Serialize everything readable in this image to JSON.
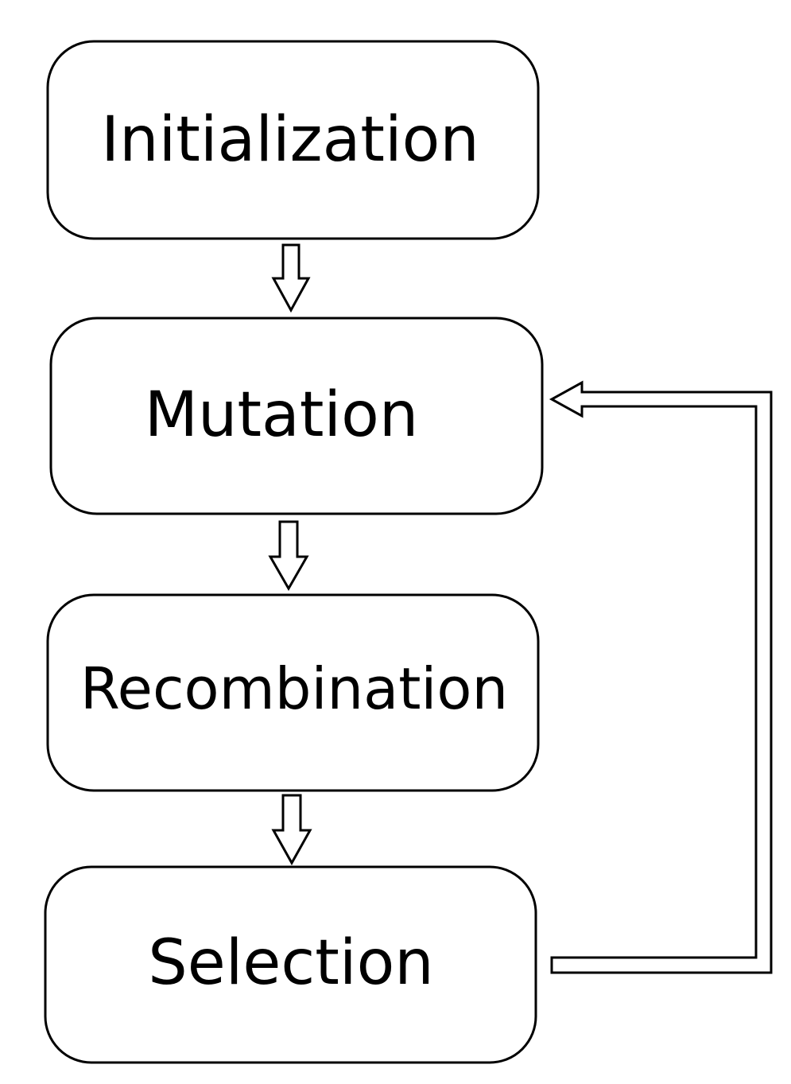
{
  "diagram": {
    "steps": [
      {
        "id": "initialization",
        "label": "Initialization"
      },
      {
        "id": "mutation",
        "label": "Mutation"
      },
      {
        "id": "recombination",
        "label": "Recombination"
      },
      {
        "id": "selection",
        "label": "Selection"
      }
    ],
    "flow": [
      {
        "from": "initialization",
        "to": "mutation",
        "style": "hollow-arrow"
      },
      {
        "from": "mutation",
        "to": "recombination",
        "style": "hollow-arrow"
      },
      {
        "from": "recombination",
        "to": "selection",
        "style": "hollow-arrow"
      },
      {
        "from": "selection",
        "to": "mutation",
        "style": "hollow-loop-arrow"
      }
    ],
    "colors": {
      "stroke": "#000000",
      "fill": "#ffffff",
      "text": "#000000"
    }
  }
}
